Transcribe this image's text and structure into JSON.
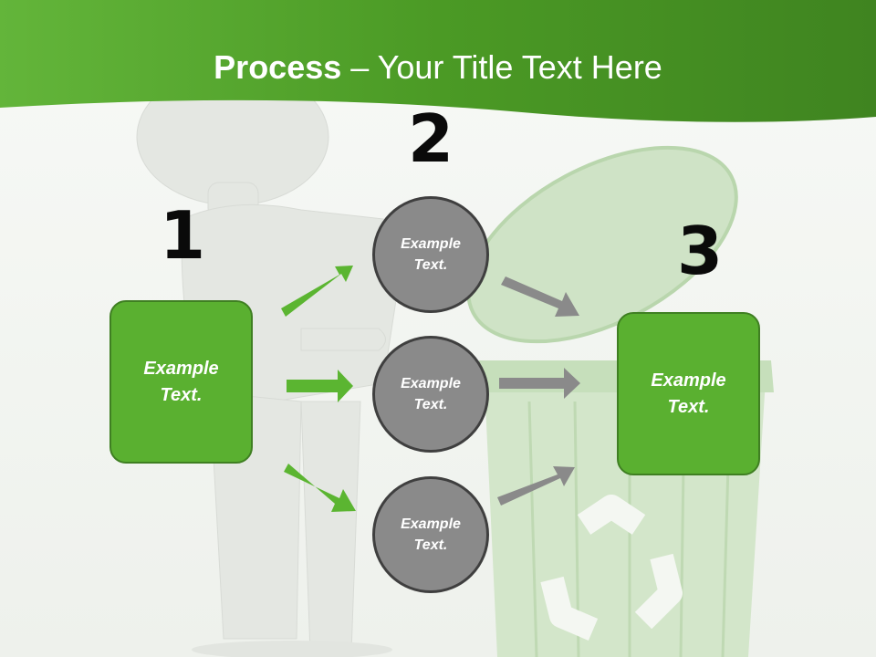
{
  "title": {
    "bold": "Process",
    "rest": " – Your Title Text Here"
  },
  "steps": [
    "1",
    "2",
    "3"
  ],
  "source_box": {
    "line1": "Example",
    "line2": "Text."
  },
  "target_box": {
    "line1": "Example",
    "line2": "Text."
  },
  "nodes": [
    {
      "line1": "Example",
      "line2": "Text."
    },
    {
      "line1": "Example",
      "line2": "Text."
    },
    {
      "line1": "Example",
      "line2": "Text."
    }
  ],
  "colors": {
    "header_green": "#4fa62a",
    "box_green": "#5ab030",
    "arrow_green": "#5bb531",
    "arrow_gray": "#8a8a8a",
    "node_gray": "#8a8a8a"
  }
}
